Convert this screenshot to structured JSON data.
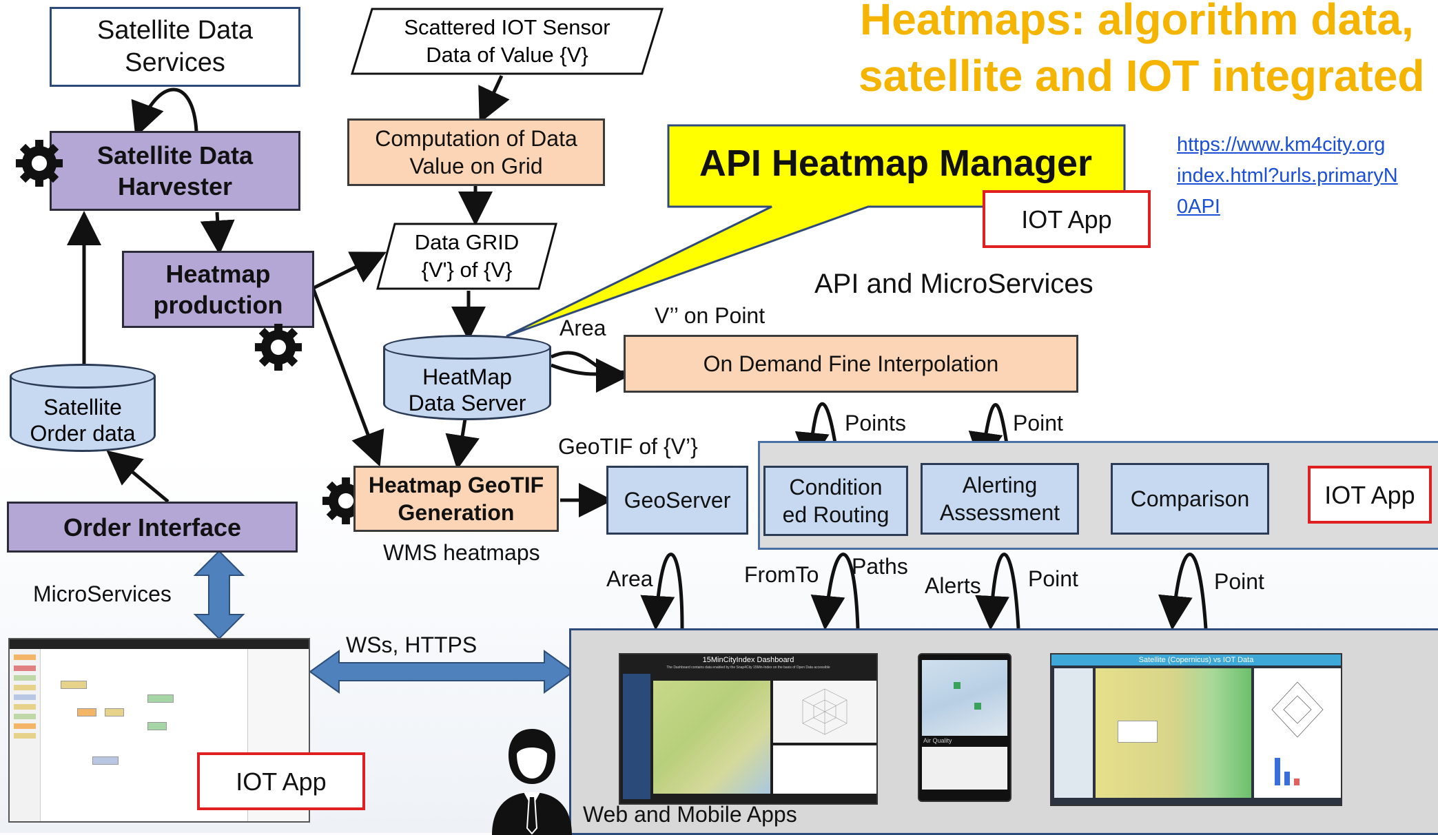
{
  "title": {
    "line1": "Heatmaps: algorithm data,",
    "line2": "satellite and IOT integrated"
  },
  "link": {
    "line1": "https://www.km4city.org",
    "line2": "index.html?urls.primaryN",
    "line3": "0API"
  },
  "nodes": {
    "satellite_data_services": "Satellite Data\nServices",
    "iot_sensor_data": "Scattered IOT Sensor\nData of Value {V}",
    "computation_grid": "Computation of Data\nValue on Grid",
    "data_grid": "Data GRID\n{V'} of {V}",
    "satellite_harvester": "Satellite Data\nHarvester",
    "heatmap_production": "Heatmap\nproduction",
    "heatmap_data_server": "HeatMap\nData Server",
    "satellite_order_data": "Satellite\nOrder data",
    "heatmap_geotif": "Heatmap GeoTIF\nGeneration",
    "order_interface": "Order Interface",
    "geoserver": "GeoServer",
    "on_demand_interpolation": "On Demand Fine Interpolation",
    "conditioned_routing": "Condition\ned Routing",
    "alerting_assessment": "Alerting\nAssessment",
    "comparison": "Comparison",
    "api_heatmap_manager": "API Heatmap Manager",
    "iot_app": "IOT App"
  },
  "labels": {
    "api_microservices": "API and MicroServices",
    "area_1": "Area",
    "v_on_point": "V’’ on Point",
    "points": "Points",
    "point_1": "Point",
    "geotif_of_v": "GeoTIF of {V’}",
    "wms_heatmaps": "WMS heatmaps",
    "microservices": "MicroServices",
    "area_2": "Area",
    "fromto": "FromTo",
    "paths": "Paths",
    "alerts": "Alerts",
    "point_2": "Point",
    "point_3": "Point",
    "wss_https": "WSs, HTTPS",
    "web_mobile_apps": "Web and Mobile Apps"
  },
  "screens": {
    "dashboard_title": "15MinCityIndex Dashboard",
    "dashboard_sub": "The Dashboard contains data enabled by the Snap4City 15Min-Index on the basis of Open Data accessible",
    "mobile_section": "Air Quality",
    "satellite_title": "Satellite (Copernicus) vs IOT Data"
  },
  "colors": {
    "purple": "#b4a7d6",
    "peach": "#fbd5b5",
    "blue": "#c6d9f1",
    "callout": "#ffff00",
    "title": "#f4b400",
    "iot_border": "#e02020",
    "arrow_blue": "#4f81bd"
  }
}
